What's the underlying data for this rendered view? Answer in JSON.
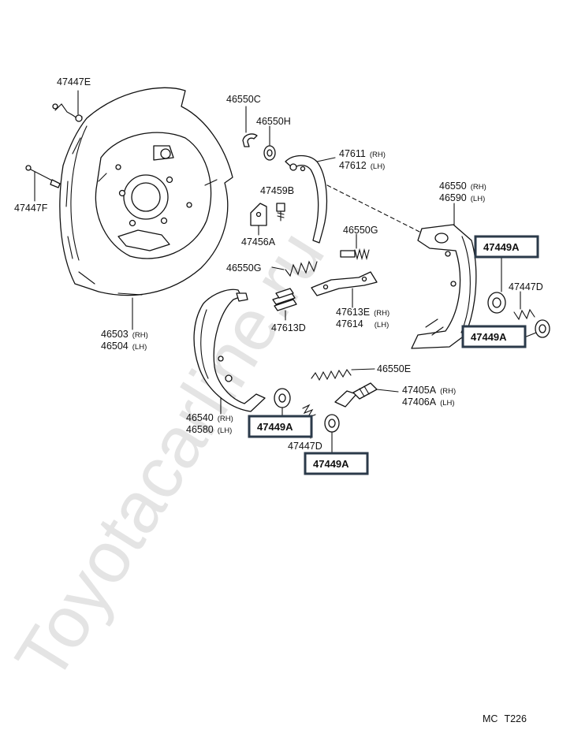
{
  "watermark": "Toyotacarline.ru",
  "diagram_code": {
    "prefix": "MC",
    "number": "T226"
  },
  "highlight_color": "#2b3a4a",
  "labels": {
    "p47447E": "47447E",
    "p47447F": "47447F",
    "p46503": "46503",
    "p46504": "46504",
    "p46550C": "46550C",
    "p46550H": "46550H",
    "p47611": "47611",
    "p47612": "47612",
    "p47459B": "47459B",
    "p47456A": "47456A",
    "p46550G_top": "46550G",
    "p46550G_left": "46550G",
    "p46550": "46550",
    "p46590": "46590",
    "p47447D_right": "47447D",
    "p47613D": "47613D",
    "p47613E": "47613E",
    "p47614": "47614",
    "p46550E": "46550E",
    "p47405A": "47405A",
    "p47406A": "47406A",
    "p46540": "46540",
    "p46580": "46580",
    "p47447D_bottom": "47447D",
    "rh": "(RH)",
    "lh": "(LH)"
  },
  "highlighted": {
    "right_top": "47449A",
    "right_bottom": "47449A",
    "left_middle": "47449A",
    "bottom": "47449A"
  }
}
